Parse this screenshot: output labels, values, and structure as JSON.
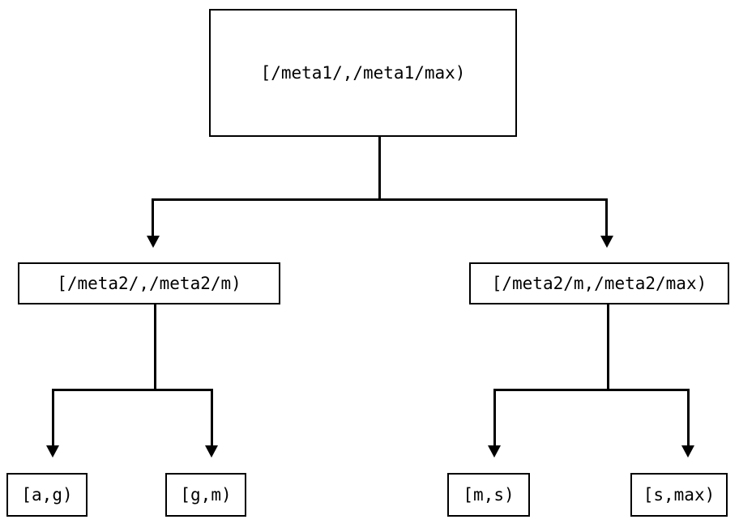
{
  "diagram": {
    "type": "tree",
    "title": "",
    "orientation": "top-down",
    "colors": {
      "background": "#ffffff",
      "stroke": "#000000",
      "text": "#000000",
      "node_fill": "#ffffff"
    },
    "nodes": {
      "root": {
        "id": "root",
        "label": "[/meta1/,/meta1/max)",
        "level": 0
      },
      "left_branch": {
        "id": "left-branch",
        "label": "[/meta2/,/meta2/m)",
        "level": 1
      },
      "right_branch": {
        "id": "right-branch",
        "label": "[/meta2/m,/meta2/max)",
        "level": 1
      },
      "leaf_ag": {
        "id": "leaf-ag",
        "label": "[a,g)",
        "level": 2
      },
      "leaf_gm": {
        "id": "leaf-gm",
        "label": "[g,m)",
        "level": 2
      },
      "leaf_ms": {
        "id": "leaf-ms",
        "label": "[m,s)",
        "level": 2
      },
      "leaf_smax": {
        "id": "leaf-smax",
        "label": "[s,max)",
        "level": 2
      }
    },
    "edges": [
      {
        "from": "root",
        "to": "left_branch",
        "arrow": "down-triangle"
      },
      {
        "from": "root",
        "to": "right_branch",
        "arrow": "down-triangle"
      },
      {
        "from": "left_branch",
        "to": "leaf_ag",
        "arrow": "down-triangle"
      },
      {
        "from": "left_branch",
        "to": "leaf_gm",
        "arrow": "down-triangle"
      },
      {
        "from": "right_branch",
        "to": "leaf_ms",
        "arrow": "down-triangle"
      },
      {
        "from": "right_branch",
        "to": "leaf_smax",
        "arrow": "down-triangle"
      }
    ]
  }
}
